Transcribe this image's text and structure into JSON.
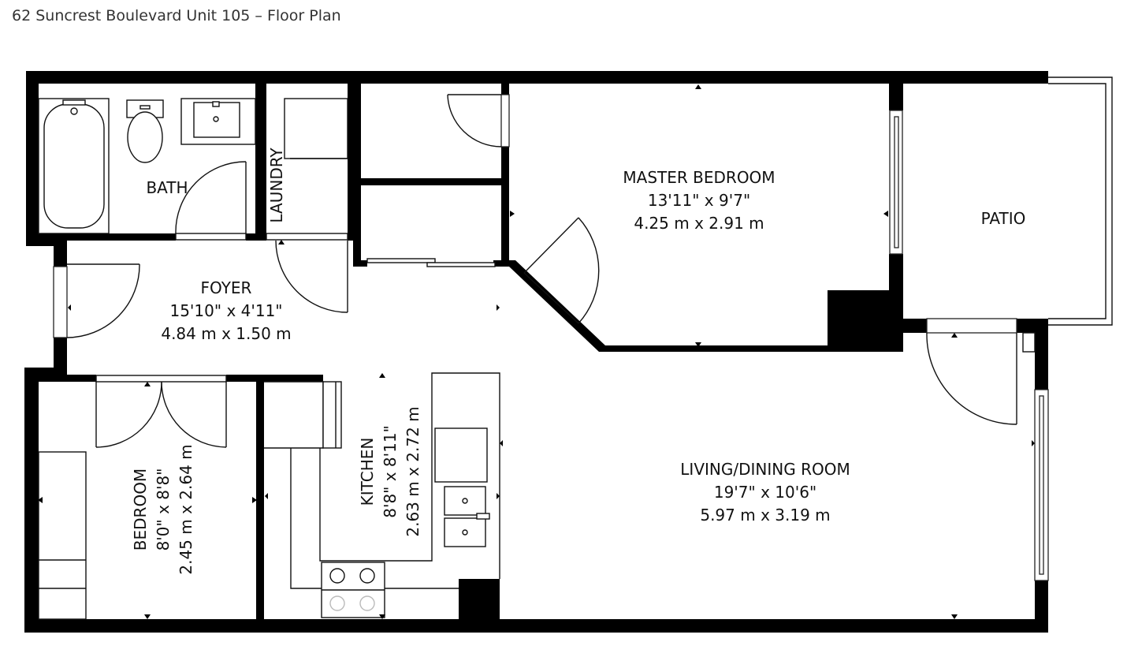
{
  "header": {
    "title": "62 Suncrest Boulevard Unit 105 – Floor Plan"
  },
  "rooms": {
    "bath": {
      "name": "BATH"
    },
    "laundry": {
      "name": "LAUNDRY"
    },
    "master": {
      "name": "MASTER BEDROOM",
      "dim_imperial": "13'11\" x 9'7\"",
      "dim_metric": "4.25 m x 2.91 m"
    },
    "patio": {
      "name": "PATIO"
    },
    "foyer": {
      "name": "FOYER",
      "dim_imperial": "15'10\" x 4'11\"",
      "dim_metric": "4.84 m x 1.50 m"
    },
    "bedroom": {
      "name": "BEDROOM",
      "dim_imperial": "8'0\" x 8'8\"",
      "dim_metric": "2.45 m x 2.64 m"
    },
    "kitchen": {
      "name": "KITCHEN",
      "dim_imperial": "8'8\" x 8'11\"",
      "dim_metric": "2.63 m x 2.72 m"
    },
    "living": {
      "name": "LIVING/DINING ROOM",
      "dim_imperial": "19'7\" x 10'6\"",
      "dim_metric": "5.97 m x 3.19 m"
    }
  }
}
